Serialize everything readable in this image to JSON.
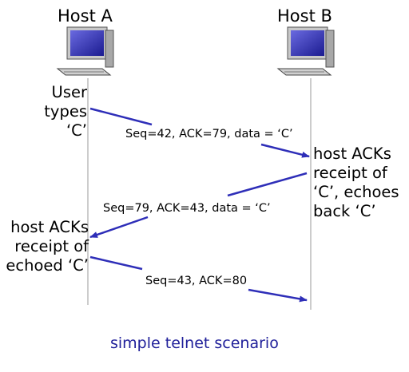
{
  "hosts": {
    "a": {
      "label": "Host A"
    },
    "b": {
      "label": "Host B"
    }
  },
  "notes": {
    "user_types": [
      "User",
      "types",
      "‘C’"
    ],
    "b_echo": [
      "host ACKs",
      "receipt of",
      "‘C’, echoes",
      "back ‘C’"
    ],
    "a_ack": [
      "host ACKs",
      "receipt of",
      "echoed ‘C’"
    ]
  },
  "messages": [
    {
      "text": "Seq=42, ACK=79, data = ‘C’",
      "from": "Host A",
      "to": "Host B"
    },
    {
      "text": "Seq=79, ACK=43, data = ‘C’",
      "from": "Host B",
      "to": "Host A"
    },
    {
      "text": "Seq=43, ACK=80",
      "from": "Host A",
      "to": "Host B"
    }
  ],
  "caption": "simple telnet scenario",
  "colors": {
    "arrow": "#2e2eb8",
    "caption": "#20209a",
    "timeline": "#9a9a9a"
  },
  "icons": {
    "host": "desktop-computer-icon"
  }
}
